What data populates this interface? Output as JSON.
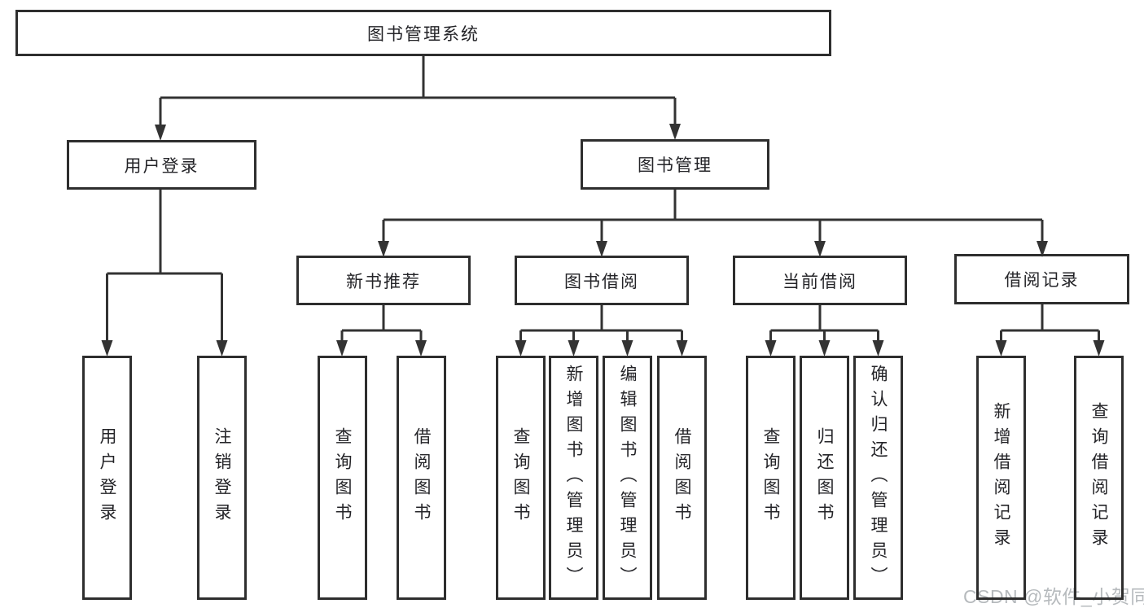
{
  "diagram_title": "图书管理系统",
  "tree": {
    "root": {
      "label": "图书管理系统",
      "children": [
        {
          "label": "用户登录",
          "children": [
            {
              "label": "用户登录"
            },
            {
              "label": "注销登录"
            }
          ]
        },
        {
          "label": "图书管理",
          "children": [
            {
              "label": "新书推荐",
              "children": [
                {
                  "label": "查询图书"
                },
                {
                  "label": "借阅图书"
                }
              ]
            },
            {
              "label": "图书借阅",
              "children": [
                {
                  "label": "查询图书"
                },
                {
                  "label": "新增图书（管理员）"
                },
                {
                  "label": "编辑图书（管理员）"
                },
                {
                  "label": "借阅图书"
                }
              ]
            },
            {
              "label": "当前借阅",
              "children": [
                {
                  "label": "查询图书"
                },
                {
                  "label": "归还图书"
                },
                {
                  "label": "确认归还（管理员）"
                }
              ]
            },
            {
              "label": "借阅记录",
              "children": [
                {
                  "label": "新增借阅记录"
                },
                {
                  "label": "查询借阅记录"
                }
              ]
            }
          ]
        }
      ]
    }
  },
  "watermark": {
    "text": "CSDN @软件_小贺同学"
  },
  "colors": {
    "background": "#ffffff",
    "line": "#333333",
    "box_border": "#2e2e2e",
    "text": "#242428",
    "watermark": "#b6babd"
  }
}
